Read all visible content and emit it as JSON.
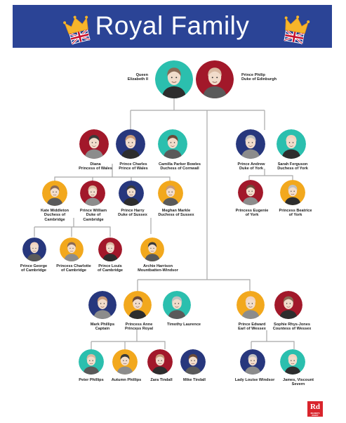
{
  "header": {
    "title": "Royal Family",
    "background": "#2b4496",
    "icon": "crown-with-union-jack-icon"
  },
  "colors": {
    "line": "#a8a8a8",
    "teal": "#2bbfae",
    "red": "#a2182a",
    "navy": "#27377d",
    "gold": "#f2a81d"
  },
  "people": {
    "elizabeth": {
      "line1": "Queen",
      "line2": "Elizabeth II",
      "ring": "teal"
    },
    "philip": {
      "line1": "Prince Philip",
      "line2": "Duke of Edinburgh",
      "ring": "red"
    },
    "diana": {
      "line1": "Diana",
      "line2": "Princess of Wales",
      "ring": "red"
    },
    "charles": {
      "line1": "Prince Charles",
      "line2": "Prince of Wales",
      "ring": "navy"
    },
    "camilla": {
      "line1": "Camilla Parker Bowles",
      "line2": "Duchess of Cornwall",
      "ring": "teal"
    },
    "andrew": {
      "line1": "Prince Andrew",
      "line2": "Duke of York",
      "ring": "navy"
    },
    "sarah": {
      "line1": "Sarah Ferguson",
      "line2": "Duchess of York",
      "ring": "teal"
    },
    "kate": {
      "line1": "Kate Middleton",
      "line2": "Duchess of",
      "line3": "Cambridge",
      "ring": "gold"
    },
    "william": {
      "line1": "Prince William",
      "line2": "Duke of",
      "line3": "Cambridge",
      "ring": "red"
    },
    "harry": {
      "line1": "Prince Harry",
      "line2": "Duke of Sussex",
      "ring": "navy"
    },
    "meghan": {
      "line1": "Meghan Markle",
      "line2": "Duchess of Sussex",
      "ring": "gold"
    },
    "eugenie": {
      "line1": "Princess Eugenie",
      "line2": "of York",
      "ring": "red"
    },
    "beatrice": {
      "line1": "Princess Beatrice",
      "line2": "of York",
      "ring": "gold"
    },
    "george": {
      "line1": "Prince George",
      "line2": "of Cambridge",
      "ring": "navy"
    },
    "charlotte": {
      "line1": "Princess Charlotte",
      "line2": "of Cambridge",
      "ring": "gold"
    },
    "louis": {
      "line1": "Prince Louis",
      "line2": "of Cambridge",
      "ring": "red"
    },
    "archie": {
      "line1": "Archie Harrison",
      "line2": "Mountbatten-Windsor",
      "ring": "gold"
    },
    "markphillips": {
      "line1": "Mark Phillips",
      "line2": "Captain",
      "ring": "navy"
    },
    "anne": {
      "line1": "Princess Anne",
      "line2": "Princess Royal",
      "ring": "gold"
    },
    "timothy": {
      "line1": "Timothy Laurence",
      "ring": "teal"
    },
    "edward": {
      "line1": "Prince Edward",
      "line2": "Earl of Wessex",
      "ring": "gold"
    },
    "sophie": {
      "line1": "Sophie Rhys-Jones",
      "line2": "Countess of Wessex",
      "ring": "red"
    },
    "peter": {
      "line1": "Peter Phillips",
      "ring": "teal"
    },
    "autumn": {
      "line1": "Autumn Phillips",
      "ring": "gold"
    },
    "zara": {
      "line1": "Zara Tindall",
      "ring": "red"
    },
    "mike": {
      "line1": "Mike Tindall",
      "ring": "navy"
    },
    "louise": {
      "line1": "Lady Louise Windsor",
      "ring": "navy"
    },
    "james": {
      "line1": "James, Viscount",
      "line2": "Severn",
      "ring": "teal"
    }
  },
  "logo": {
    "text": "Rd",
    "subtext": "READER'S DIGEST"
  }
}
